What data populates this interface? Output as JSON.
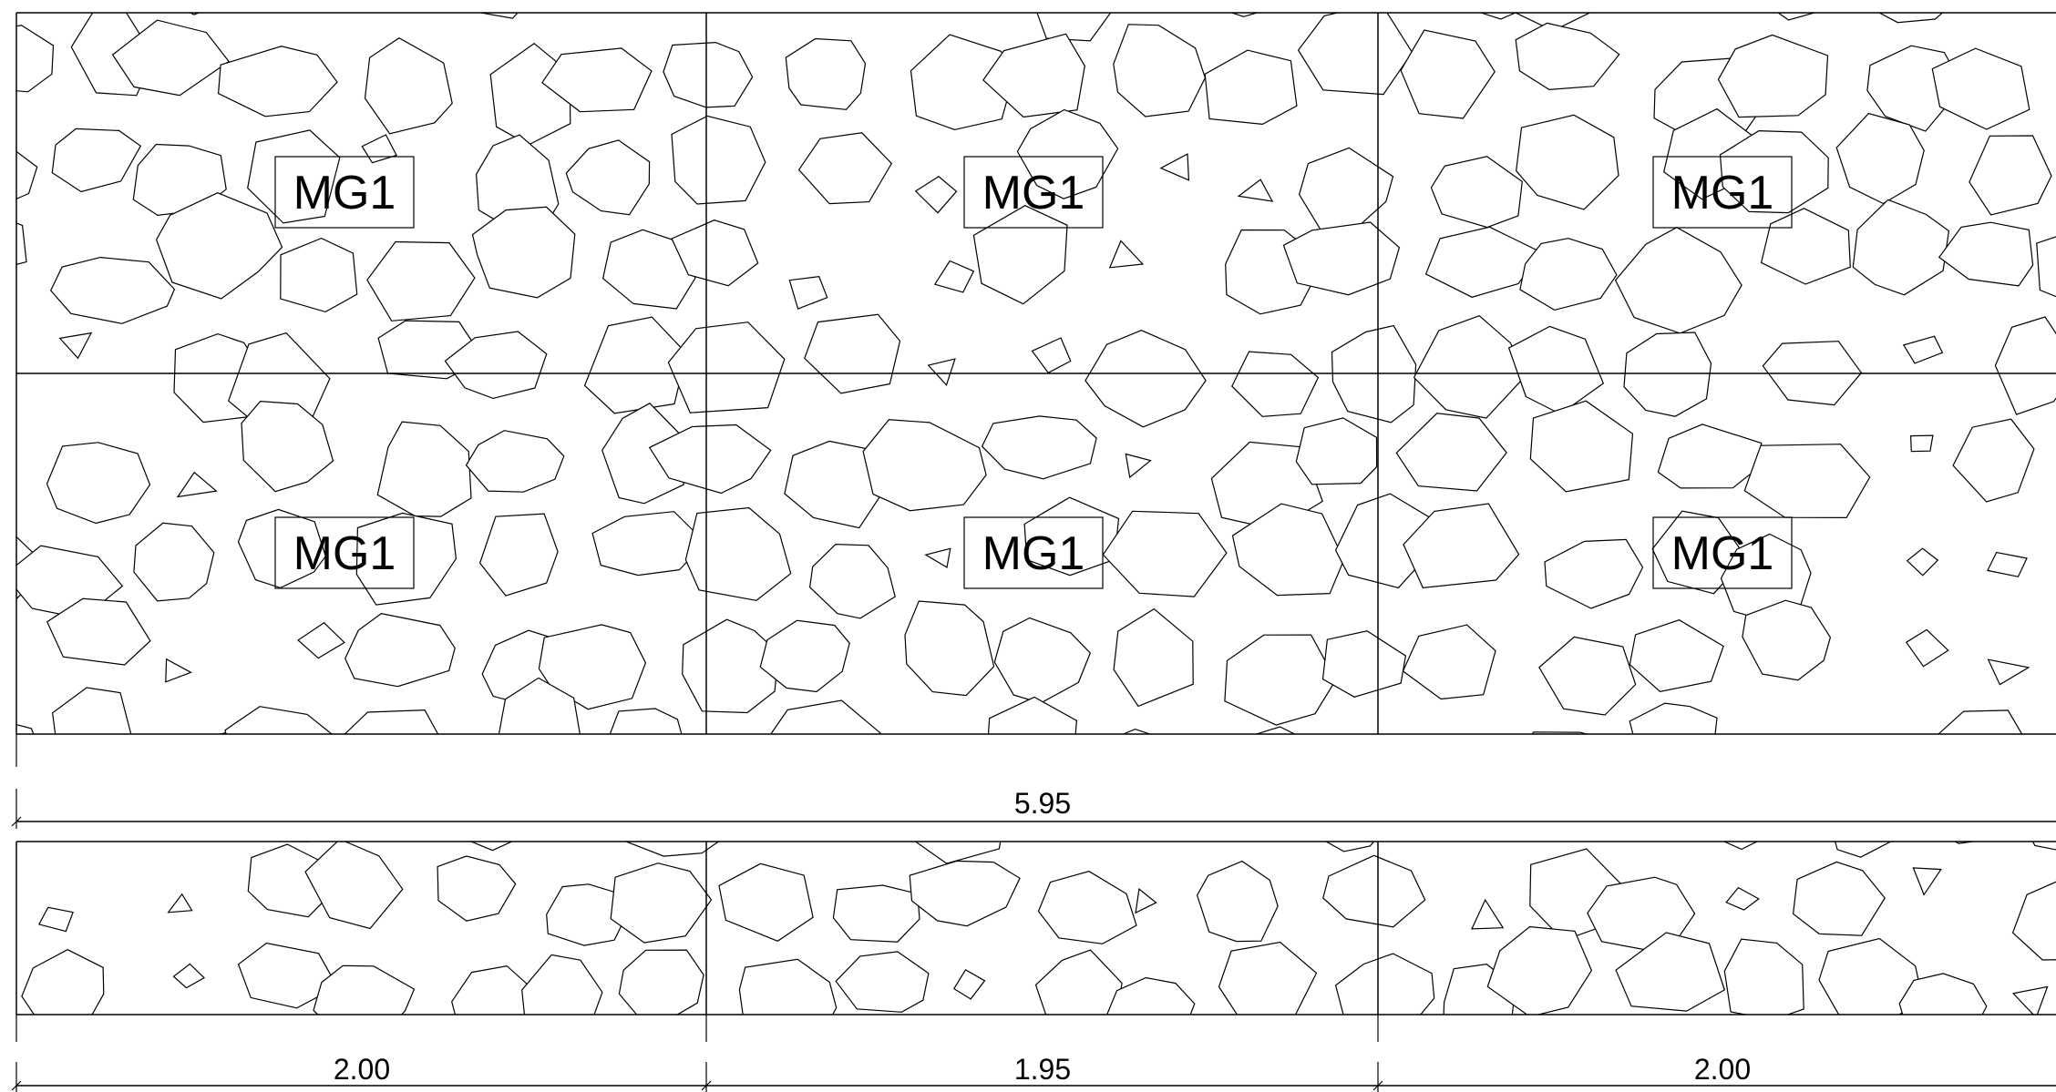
{
  "drawing": {
    "panel_tags": [
      "MG1",
      "MG1",
      "MG1",
      "MG1",
      "MG1",
      "MG1"
    ],
    "overall_dimension": "5.95",
    "segment_dimensions": [
      "2.00",
      "1.95",
      "2.00"
    ]
  }
}
